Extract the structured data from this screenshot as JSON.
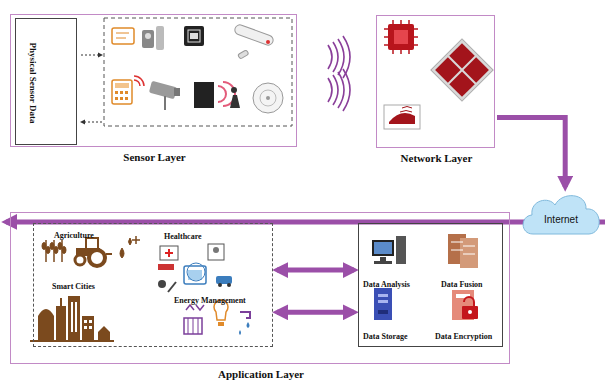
{
  "diagram": {
    "nodes": [
      {
        "text": [
          "Sensor Layer"
        ]
      },
      {
        "text": [
          "Physical Sensor Data"
        ],
        "in": 0
      },
      {
        "text": [
          "Network Layer"
        ]
      },
      {
        "text": [
          "Internet"
        ]
      },
      {
        "text": [
          "Application Layer"
        ]
      },
      {
        "text": [
          "Agriculture",
          "Healthcare",
          "Smart Cities",
          "Energy Management"
        ],
        "in": 4
      },
      {
        "text": [
          "Data Analysis",
          "Data Fusion",
          "Data Storage",
          "Data Encryption"
        ],
        "in": 4
      }
    ],
    "edges": [
      {
        "from": 2,
        "to": 3,
        "arrow": "to"
      },
      {
        "from": 3,
        "to": 4,
        "arrow": "to"
      },
      {
        "from": 5,
        "to": 6,
        "arrow": "both"
      },
      {
        "from": 5,
        "to": 6,
        "arrow": "both"
      }
    ]
  }
}
